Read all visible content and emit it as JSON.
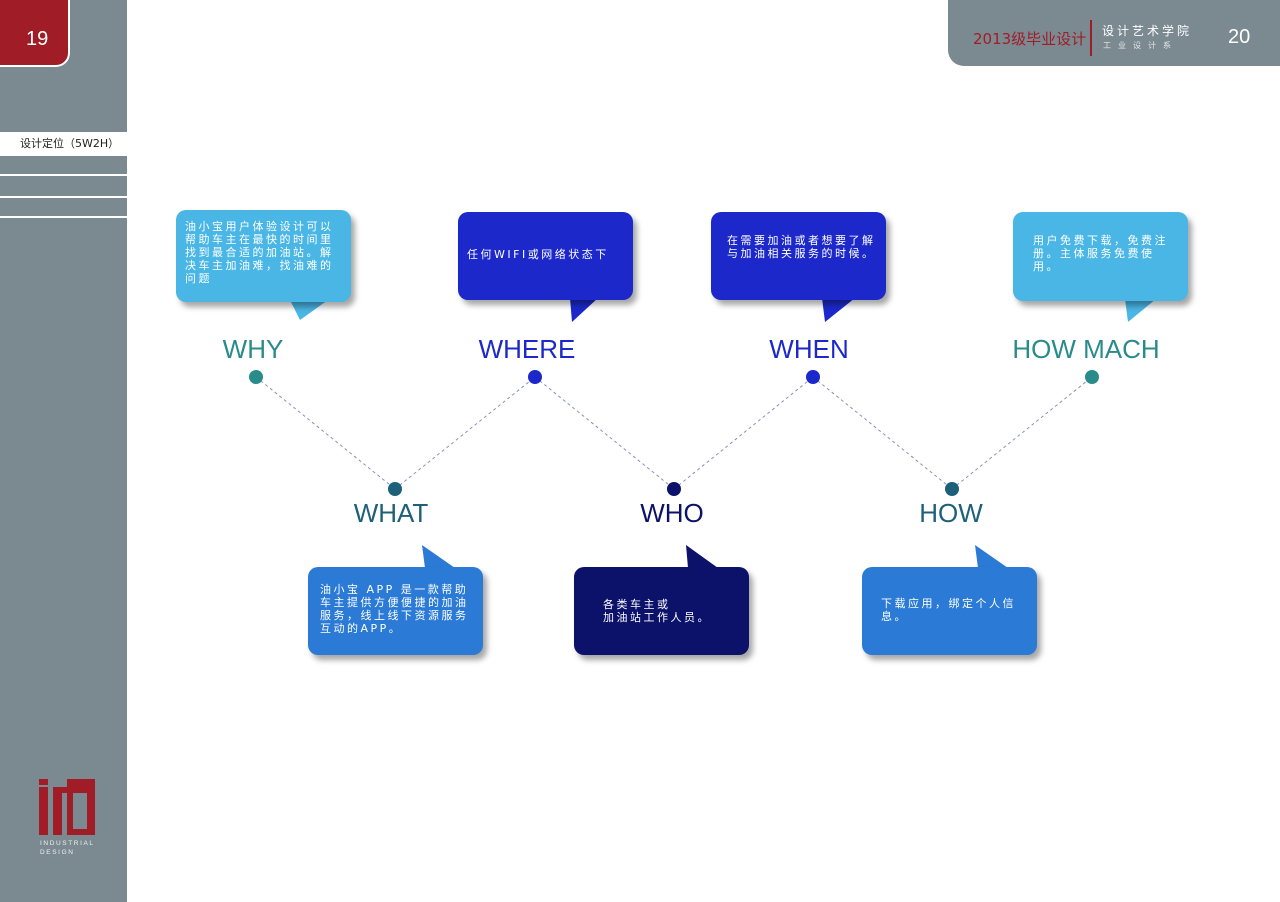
{
  "page": {
    "left_number": "19",
    "right_number": "20",
    "section_title": "设计定位（5W2H）",
    "header_year": "2013级毕业设计",
    "header_school": "设计艺术学院",
    "header_dept": "工业设计系",
    "logo_caption_1": "INDUSTRIAL",
    "logo_caption_2": "DESIGN"
  },
  "colors": {
    "sidebar": "#7b8a91",
    "brand_red": "#a01c26",
    "light_blue": "#4ab6e6",
    "royal_blue": "#1c28c9",
    "navy": "#0c126a",
    "mid_blue": "#2a7ad6",
    "teal": "#2a8b8b",
    "dark_teal": "#1e5f7a"
  },
  "nodes": {
    "why": {
      "label": "WHY",
      "text": "油小宝用户体验设计可以帮助车主在最快的时间里找到最合适的加油站。解决车主加油难，找油难的问题"
    },
    "where": {
      "label": "WHERE",
      "text": "任何WIFI或网络状态下"
    },
    "when": {
      "label": "WHEN",
      "text": "在需要加油或者想要了解与加油相关服务的时候。"
    },
    "howmuch": {
      "label": "HOW MACH",
      "text": "用户免费下载，免费注册。主体服务免费使用。"
    },
    "what": {
      "label": "WHAT",
      "text": "油小宝 APP 是一款帮助车主提供方便便捷的加油服务，线上线下资源服务互动的APP。"
    },
    "who": {
      "label": "WHO",
      "text_1": "各类车主或",
      "text_2": "加油站工作人员。"
    },
    "how": {
      "label": "HOW",
      "text": "下载应用，绑定个人信息。"
    }
  }
}
